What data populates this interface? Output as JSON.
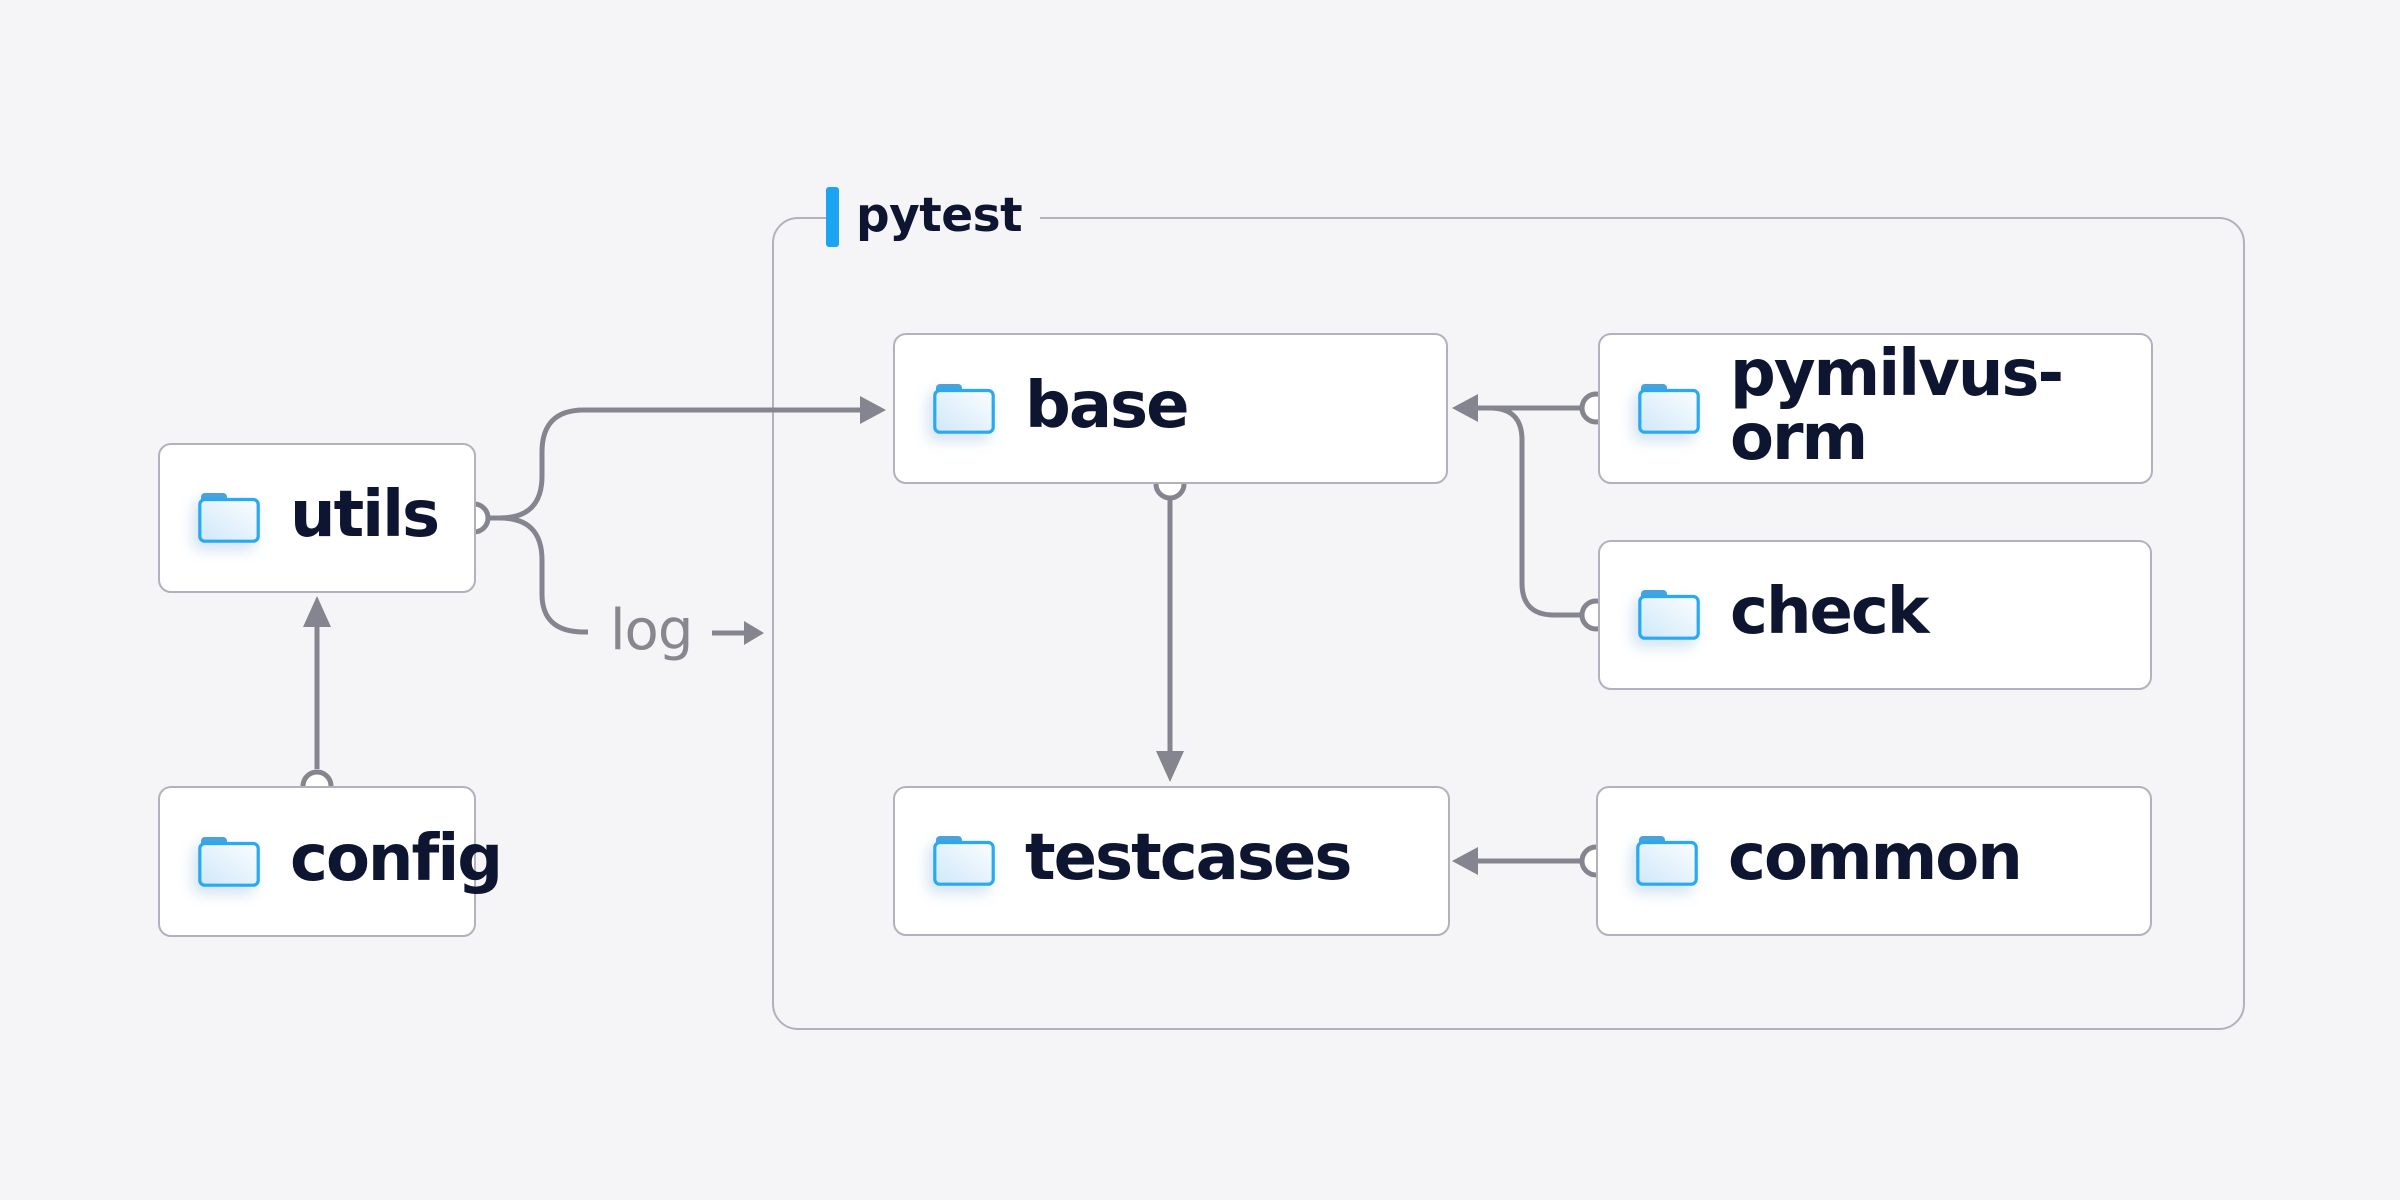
{
  "page": {
    "background_color": "#f5f5f7"
  },
  "diagram": {
    "group": {
      "label": "pytest",
      "accent_color": "#1ba4f2",
      "border_color": "#b2b2be"
    },
    "nodes": [
      {
        "id": "utils",
        "label": "utils",
        "icon": "folder-icon"
      },
      {
        "id": "config",
        "label": "config",
        "icon": "folder-icon"
      },
      {
        "id": "base",
        "label": "base",
        "icon": "folder-icon"
      },
      {
        "id": "testcases",
        "label": "testcases",
        "icon": "folder-icon"
      },
      {
        "id": "pymilvus-orm",
        "label": "pymilvus-orm",
        "icon": "folder-icon"
      },
      {
        "id": "check",
        "label": "check",
        "icon": "folder-icon"
      },
      {
        "id": "common",
        "label": "common",
        "icon": "folder-icon"
      }
    ],
    "edge_label": {
      "text": "log"
    },
    "edges": [
      {
        "from": "config",
        "to": "utils",
        "type": "arrow"
      },
      {
        "from": "utils",
        "to": "base",
        "type": "arrow"
      },
      {
        "from": "utils",
        "to": "log",
        "type": "labeled-branch"
      },
      {
        "from": "base",
        "to": "testcases",
        "type": "arrow"
      },
      {
        "from": "pymilvus-orm",
        "to": "base",
        "type": "arrow"
      },
      {
        "from": "check",
        "to": "base",
        "type": "arrow"
      },
      {
        "from": "common",
        "to": "testcases",
        "type": "arrow"
      }
    ],
    "colors": {
      "node_text": "#0d1530",
      "node_background": "#ffffff",
      "node_border": "#b2b2be",
      "line_gray": "#85858f",
      "edge_label_gray": "#87878f",
      "folder_stroke": "#29a9f1",
      "folder_tab": "#4ba1d9",
      "folder_fill_light": "#cfe8f9"
    }
  }
}
